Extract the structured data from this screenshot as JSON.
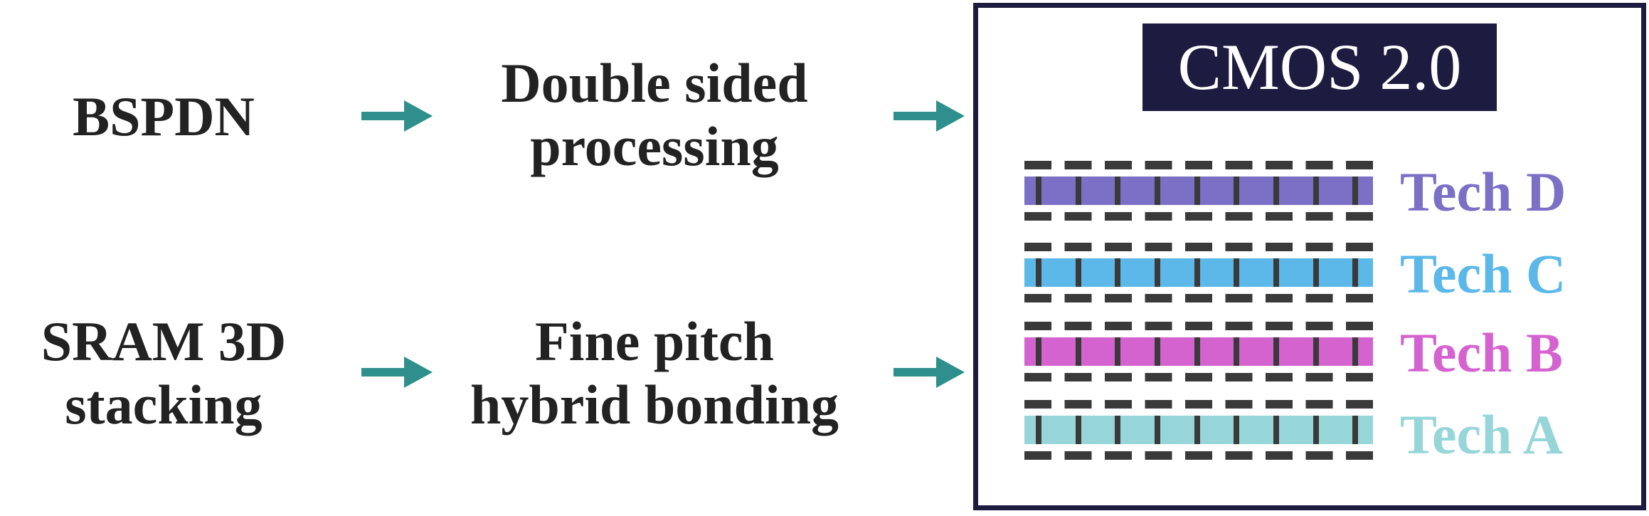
{
  "flow": {
    "top_start": [
      "BSPDN"
    ],
    "top_middle": [
      "Double sided",
      "processing"
    ],
    "bottom_start": [
      "SRAM 3D",
      "stacking"
    ],
    "bottom_middle": [
      "Fine pitch",
      "hybrid bonding"
    ]
  },
  "cmos": {
    "title": "CMOS 2.0",
    "tiers": [
      {
        "label": "Tech D",
        "color": "#7b6fc6"
      },
      {
        "label": "Tech C",
        "color": "#5bb8e8"
      },
      {
        "label": "Tech B",
        "color": "#d463cf"
      },
      {
        "label": "Tech A",
        "color": "#97d6d8"
      }
    ]
  },
  "colors": {
    "text": "#222222",
    "arrow": "#2e8f8c",
    "frame": "#1d1b3f",
    "wire": "#3a3a3a"
  }
}
